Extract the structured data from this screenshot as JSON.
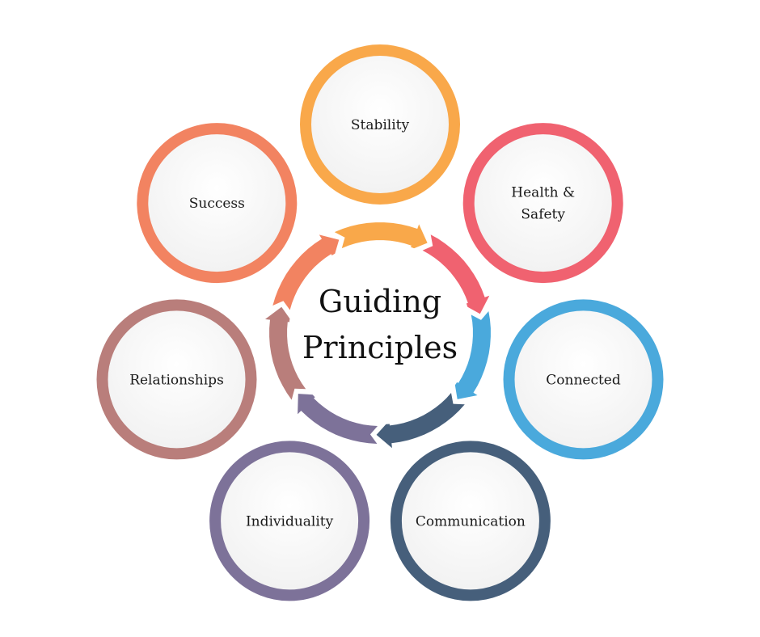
{
  "title_lines": [
    "Guiding",
    "Principles"
  ],
  "nodes": [
    {
      "id": "stability",
      "lines": [
        "Stability"
      ],
      "color": "#F9A84A"
    },
    {
      "id": "health-safety",
      "lines": [
        "Health &",
        "Safety"
      ],
      "color": "#F06270"
    },
    {
      "id": "connected",
      "lines": [
        "Connected"
      ],
      "color": "#4AA9DC"
    },
    {
      "id": "communication",
      "lines": [
        "Communication"
      ],
      "color": "#465F7B"
    },
    {
      "id": "individuality",
      "lines": [
        "Individuality"
      ],
      "color": "#7D7299"
    },
    {
      "id": "relationships",
      "lines": [
        "Relationships"
      ],
      "color": "#B97E7B"
    },
    {
      "id": "success",
      "lines": [
        "Success"
      ],
      "color": "#F28361"
    }
  ],
  "colors": {
    "background": "#FFFFFF",
    "node_fill": "#F7F7F7",
    "center_fill": "#FFFFFF"
  }
}
